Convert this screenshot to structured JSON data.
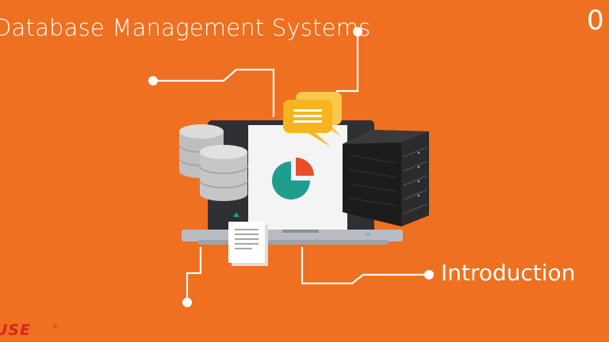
{
  "slide": {
    "title": "Database Management Systems",
    "number": "0",
    "subtitle": "Introduction",
    "logo_text": "USE",
    "logo_mark": "®"
  },
  "colors": {
    "background": "#ee7020",
    "connector": "#ffffff",
    "pie_main": "#1f9e8f",
    "pie_slice": "#e8502a",
    "bubble": "#f6b51f",
    "server": "#2b2b2b",
    "laptop_frame": "#2f3033",
    "laptop_base": "#b8bcc2",
    "database": "#c8c8c8",
    "logo": "#d9261c"
  },
  "icons": [
    "database-icon",
    "laptop-icon",
    "pie-chart-icon",
    "chat-bubble-icon",
    "server-rack-icon",
    "document-icon"
  ]
}
